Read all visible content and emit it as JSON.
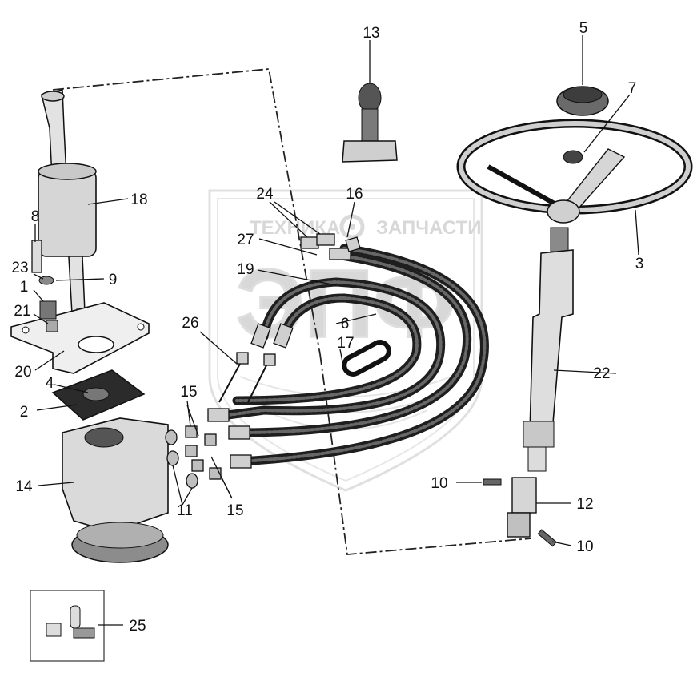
{
  "watermark": {
    "text_left": "ТЕХНИКА",
    "text_right": "ЗАПЧАСТИ",
    "logo_letters": "ЭПФ"
  },
  "callouts": [
    {
      "id": "c13",
      "num": "13"
    },
    {
      "id": "c5",
      "num": "5"
    },
    {
      "id": "c7",
      "num": "7"
    },
    {
      "id": "c18",
      "num": "18"
    },
    {
      "id": "c8",
      "num": "8"
    },
    {
      "id": "c23",
      "num": "23"
    },
    {
      "id": "c9",
      "num": "9"
    },
    {
      "id": "c1",
      "num": "1"
    },
    {
      "id": "c21",
      "num": "21"
    },
    {
      "id": "c20",
      "num": "20"
    },
    {
      "id": "c4",
      "num": "4"
    },
    {
      "id": "c2",
      "num": "2"
    },
    {
      "id": "c14",
      "num": "14"
    },
    {
      "id": "c24",
      "num": "24"
    },
    {
      "id": "c16",
      "num": "16"
    },
    {
      "id": "c27",
      "num": "27"
    },
    {
      "id": "c19",
      "num": "19"
    },
    {
      "id": "c6",
      "num": "6"
    },
    {
      "id": "c17",
      "num": "17"
    },
    {
      "id": "c26",
      "num": "26"
    },
    {
      "id": "c15a",
      "num": "15"
    },
    {
      "id": "c15b",
      "num": "15"
    },
    {
      "id": "c11",
      "num": "11"
    },
    {
      "id": "c3",
      "num": "3"
    },
    {
      "id": "c22",
      "num": "22"
    },
    {
      "id": "c10a",
      "num": "10"
    },
    {
      "id": "c12",
      "num": "12"
    },
    {
      "id": "c10b",
      "num": "10"
    },
    {
      "id": "c25",
      "num": "25"
    }
  ]
}
